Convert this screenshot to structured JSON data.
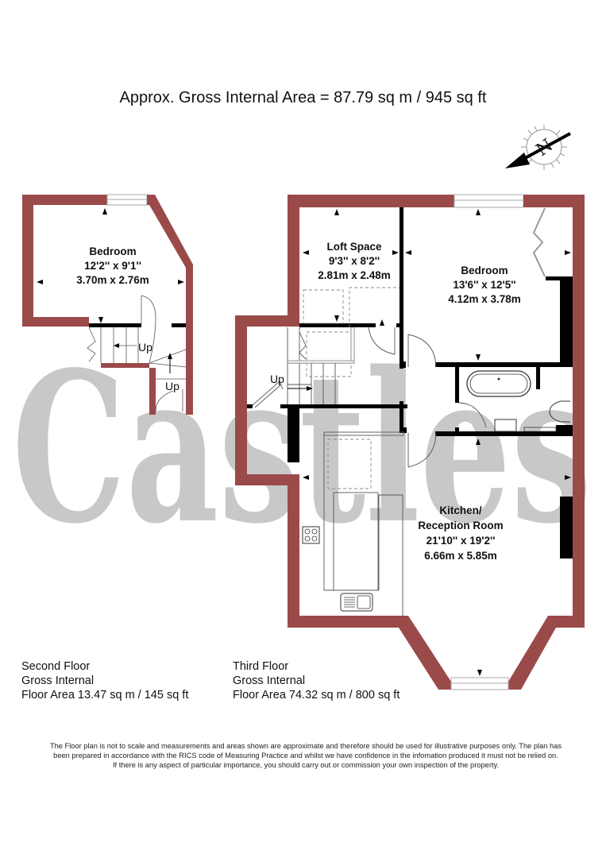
{
  "title": "Approx. Gross Internal  Area = 87.79 sq m / 945 sq ft",
  "compass": {
    "icon": "north-compass-icon",
    "label": "N"
  },
  "watermark": {
    "text": "Castles",
    "color": "#c8c8c8"
  },
  "colors": {
    "wall": "#9b4a4a",
    "internal_wall": "#000000",
    "watermark": "#c8c8c8",
    "background": "#ffffff"
  },
  "rooms": {
    "second_floor_bedroom": {
      "name": "Bedroom",
      "imperial": "12'2'' x 9'1''",
      "metric": "3.70m x 2.76m"
    },
    "loft_space": {
      "name": "Loft Space",
      "imperial": "9'3'' x 8'2''",
      "metric": "2.81m x 2.48m"
    },
    "third_floor_bedroom": {
      "name": "Bedroom",
      "imperial": "13'6'' x 12'5''",
      "metric": "4.12m x 3.78m"
    },
    "kitchen_reception": {
      "name_line1": "Kitchen/",
      "name_line2": "Reception Room",
      "imperial": "21'10'' x 19'2''",
      "metric": "6.66m x 5.85m"
    }
  },
  "stairs": {
    "up_label_1": "Up",
    "up_label_2": "Up",
    "up_label_3": "Up"
  },
  "floors": {
    "second": {
      "line1": "Second Floor",
      "line2": "Gross Internal",
      "line3": "Floor Area 13.47 sq m / 145 sq ft"
    },
    "third": {
      "line1": "Third Floor",
      "line2": "Gross Internal",
      "line3": "Floor Area 74.32 sq m / 800 sq ft"
    }
  },
  "disclaimer": {
    "line1": "The Floor plan is not to scale and measurements and areas shown are approximate and therefore should be used for illustrative purposes only. The plan has",
    "line2": "been prepared in accordance with the RICS code of Measuring Practice and whilst we have confidence in the infomation produced it must not be relied on.",
    "line3": "If there is any aspect of particular importance, you should carry out or commission your own inspection of the property."
  }
}
